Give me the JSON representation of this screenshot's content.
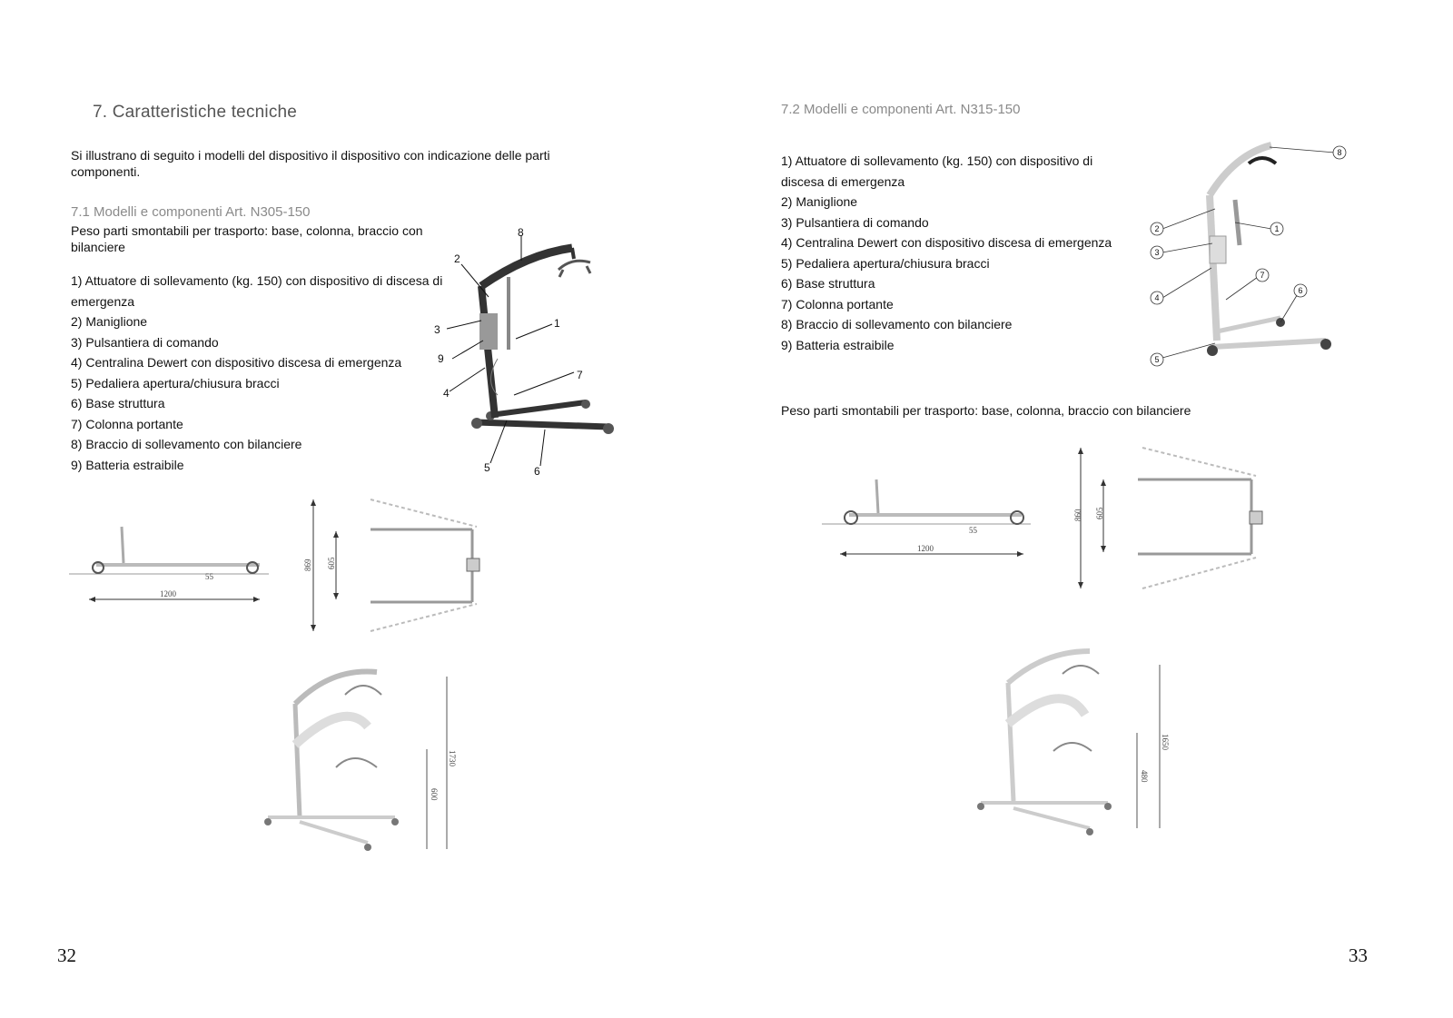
{
  "left": {
    "section_title": "7. Caratteristiche tecniche",
    "intro": "Si illustrano di seguito i modelli del dispositivo il dispositivo con indicazione delle parti componenti.",
    "subsection_title": "7.1 Modelli e componenti Art. N305-150",
    "weight_note": "Peso parti smontabili per trasporto: base, colonna, braccio con bilanciere",
    "components": [
      "1) Attuatore di sollevamento (kg. 150) con dispositivo di discesa di emergenza",
      "2) Maniglione",
      "3) Pulsantiera di comando",
      "4) Centralina Dewert con dispositivo discesa di emergenza",
      "5) Pedaliera apertura/chiusura bracci",
      "6) Base struttura",
      "7) Colonna portante",
      "8) Braccio di sollevamento con bilanciere",
      "9) Batteria estraibile"
    ],
    "callouts": [
      "1",
      "2",
      "3",
      "4",
      "5",
      "6",
      "7",
      "8",
      "9"
    ],
    "dims_side": {
      "length": "1200",
      "clearance": "55"
    },
    "dims_top": {
      "outer": "869",
      "inner": "605"
    },
    "dims_front": {
      "height": "1730",
      "low": "600"
    },
    "page_number": "32"
  },
  "right": {
    "subsection_title": "7.2 Modelli e componenti Art. N315-150",
    "components": [
      "1) Attuatore di sollevamento (kg. 150) con dispositivo di discesa di emergenza",
      "2) Maniglione",
      "3) Pulsantiera di comando",
      "4) Centralina Dewert con dispositivo discesa di emergenza",
      "5) Pedaliera apertura/chiusura bracci",
      "6) Base struttura",
      "7) Colonna portante",
      "8) Braccio di sollevamento con bilanciere",
      "9) Batteria estraibile"
    ],
    "callouts": [
      "1",
      "2",
      "3",
      "4",
      "5",
      "6",
      "7",
      "8"
    ],
    "weight_note": "Peso parti smontabili per trasporto: base, colonna, braccio con bilanciere",
    "dims_side": {
      "length": "1200",
      "clearance": "55"
    },
    "dims_top": {
      "outer": "860",
      "inner": "605"
    },
    "dims_front": {
      "height": "1650",
      "low": "480"
    },
    "page_number": "33"
  }
}
